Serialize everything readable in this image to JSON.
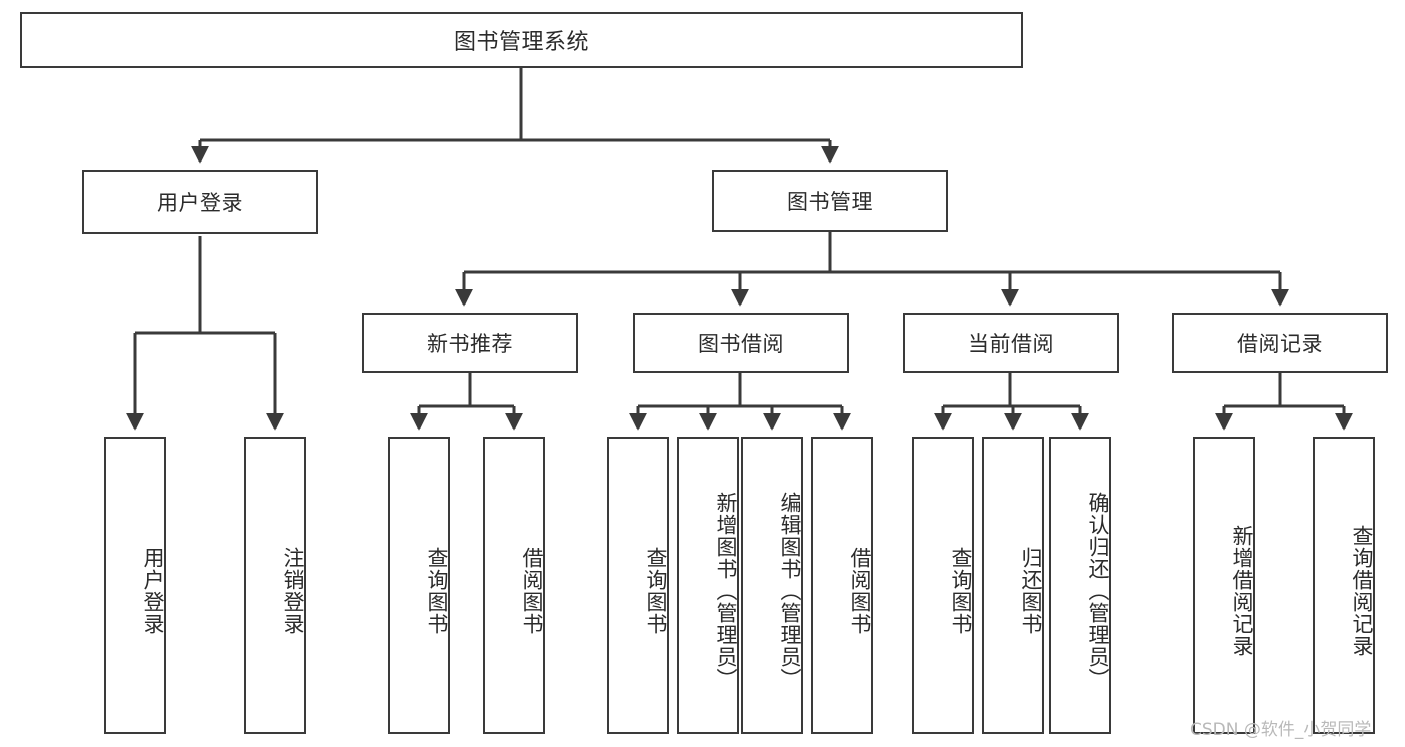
{
  "diagram": {
    "title": "图书管理系统",
    "type": "tree-hierarchy-diagram",
    "colors": {
      "box_border": "#3a3a3a",
      "box_fill": "#ffffff",
      "text": "#2b2b2b",
      "connector": "#3a3a3a",
      "watermark": "#b9b9b9",
      "background": "#ffffff"
    },
    "watermark": "CSDN @软件_小贺同学",
    "root": {
      "label": "图书管理系统"
    },
    "level1": [
      {
        "label": "用户登录"
      },
      {
        "label": "图书管理"
      }
    ],
    "level2": [
      {
        "label": "新书推荐"
      },
      {
        "label": "图书借阅"
      },
      {
        "label": "当前借阅"
      },
      {
        "label": "借阅记录"
      }
    ],
    "leaves": {
      "user_login": [
        {
          "label": "用户登录"
        },
        {
          "label": "注销登录"
        }
      ],
      "new_book_recommend": [
        {
          "label": "查询图书"
        },
        {
          "label": "借阅图书"
        }
      ],
      "book_borrow": [
        {
          "label": "查询图书"
        },
        {
          "label": "新增图书（管理员）"
        },
        {
          "label": "编辑图书（管理员）"
        },
        {
          "label": "借阅图书"
        }
      ],
      "current_borrow": [
        {
          "label": "查询图书"
        },
        {
          "label": "归还图书"
        },
        {
          "label": "确认归还（管理员）"
        }
      ],
      "borrow_record": [
        {
          "label": "新增借阅记录"
        },
        {
          "label": "查询借阅记录"
        }
      ]
    }
  }
}
